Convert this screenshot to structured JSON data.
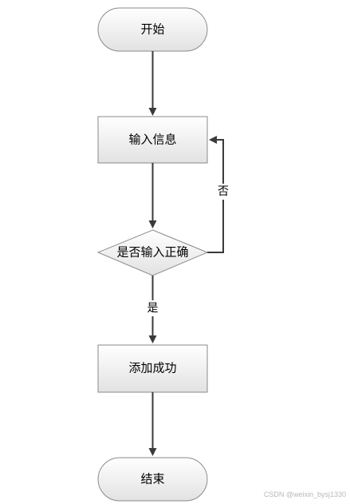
{
  "colors": {
    "node_fill_top": "#ffffff",
    "node_fill_bottom": "#e2e2e2",
    "node_border": "#8a8a8a",
    "connector": "#3a3a3a",
    "watermark": "#b8b8b8"
  },
  "nodes": {
    "start": "开始",
    "input": "输入信息",
    "decision": "是否输入正确",
    "success": "添加成功",
    "end": "结束"
  },
  "edge_labels": {
    "no": "否",
    "yes": "是"
  },
  "watermark": "CSDN @weixin_bysj1330"
}
